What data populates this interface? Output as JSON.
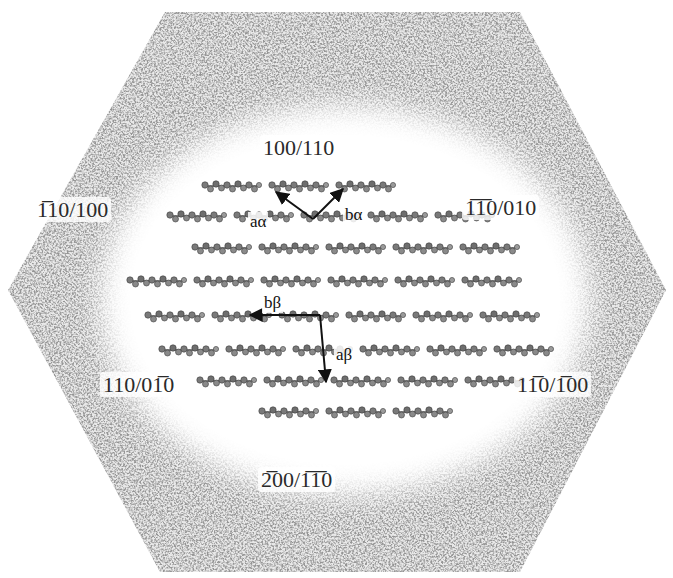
{
  "diagram": {
    "labels": [
      "100/110",
      "1̅10/100",
      "1̅1̅0/010",
      "110/01̅0",
      "11̅0/1̅00",
      "2̅00/1̅1̅0",
      "aα",
      "bα",
      "bβ",
      "aβ"
    ]
  }
}
